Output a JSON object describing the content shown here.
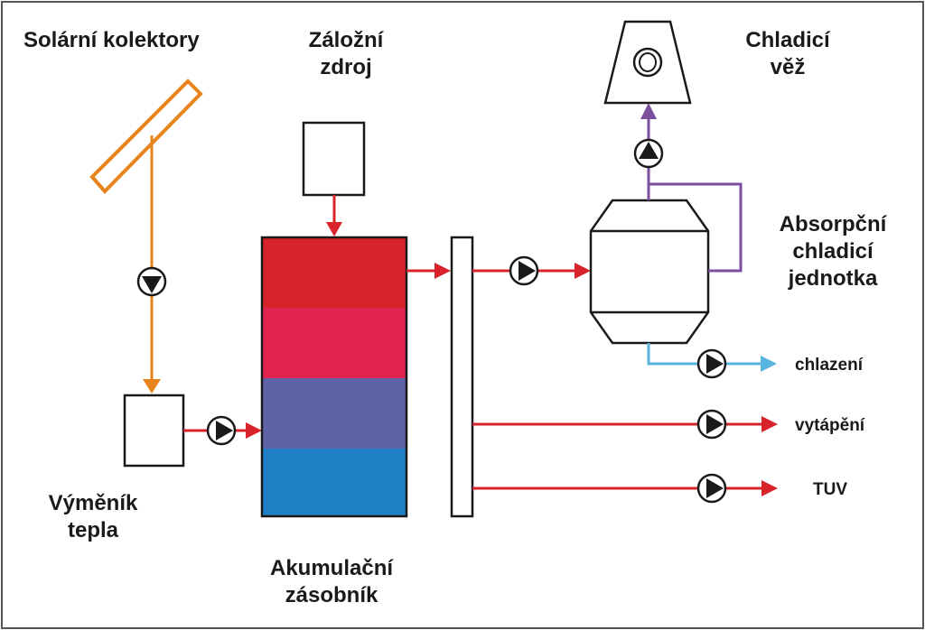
{
  "labels": {
    "solar_collectors": "Solární kolektory",
    "backup_source_l1": "Záložní",
    "backup_source_l2": "zdroj",
    "cooling_tower_l1": "Chladicí",
    "cooling_tower_l2": "věž",
    "absorption_l1": "Absorpční",
    "absorption_l2": "chladicí",
    "absorption_l3": "jednotka",
    "heat_exchanger_l1": "Výměník",
    "heat_exchanger_l2": "tepla",
    "storage_tank_l1": "Akumulační",
    "storage_tank_l2": "zásobník",
    "out_cooling": "chlazení",
    "out_heating": "vytápění",
    "out_hot_water": "TUV"
  },
  "colors": {
    "solar_loop": "#e8841c",
    "hot_pipe": "#d8232a",
    "cooling_tower_loop": "#7b4f9d",
    "chilled_water": "#5ab4e0",
    "tank_layers": [
      "#d8232a",
      "#e0234f",
      "#5e63a8",
      "#1e7fc4"
    ],
    "outline": "#1a1a1a"
  },
  "icons": {
    "pump": "pump-icon",
    "fan": "fan-icon",
    "arrow": "arrow-icon"
  }
}
